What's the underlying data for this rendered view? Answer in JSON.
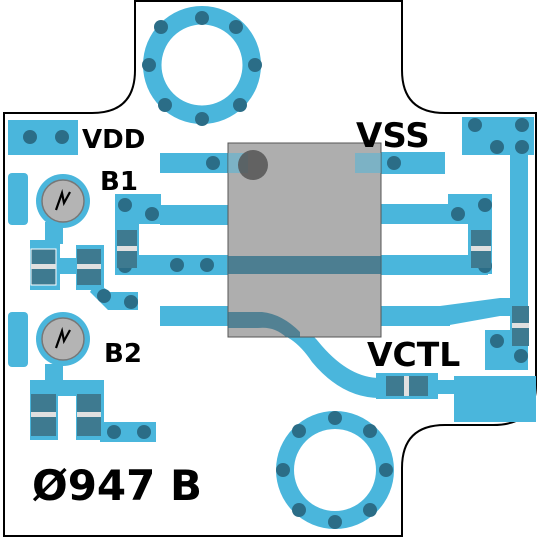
{
  "labels": {
    "vdd": "VDD",
    "vss": "VSS",
    "b1": "B1",
    "b2": "B2",
    "vctl": "VCTL",
    "part_id": "Ø947 B"
  },
  "colors": {
    "board": "#ffffff",
    "outline": "#000000",
    "copper": "#4ab6dc",
    "via": "#2b6d87",
    "chip": "#aeaeae",
    "pin1": "#555555",
    "component": "#3e7a90",
    "silkscreen": "#000000"
  },
  "icons": {
    "trimmer": "trimmer-potentiometer-icon",
    "mount": "mounting-hole-icon"
  }
}
